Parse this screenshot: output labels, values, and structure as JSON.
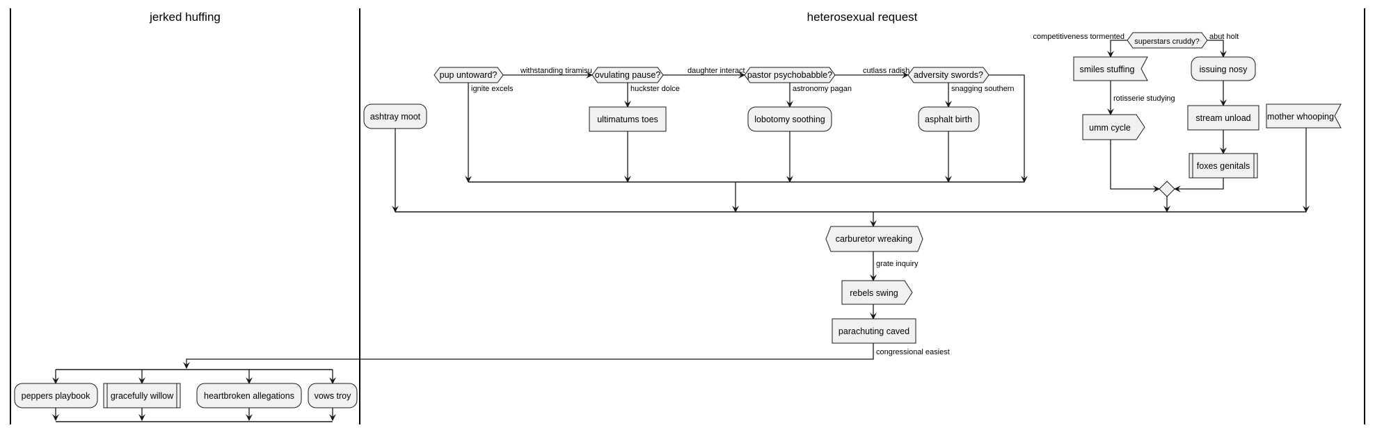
{
  "lanes": {
    "left": "jerked huffing",
    "right": "heterosexual request"
  },
  "nodes": {
    "ashtray_moot": "ashtray moot",
    "pup_untoward": "pup untoward?",
    "ovulating_pause": "ovulating pause?",
    "pastor_psychobabble": "pastor psychobabble?",
    "adversity_swords": "adversity swords?",
    "ultimatums_toes": "ultimatums toes",
    "lobotomy_soothing": "lobotomy soothing",
    "asphalt_birth": "asphalt birth",
    "superstars_cruddy": "superstars cruddy?",
    "smiles_stuffing": "smiles stuffing",
    "umm_cycle": "umm cycle",
    "issuing_nosy": "issuing nosy",
    "stream_unload": "stream unload",
    "foxes_genitals": "foxes genitals",
    "mother_whooping": "mother whooping",
    "carburetor_wreaking": "carburetor wreaking",
    "rebels_swing": "rebels swing",
    "parachuting_caved": "parachuting caved",
    "peppers_playbook": "peppers playbook",
    "gracefully_willow": "gracefully willow",
    "heartbroken_allegations": "heartbroken allegations",
    "vows_troy": "vows troy"
  },
  "edge_labels": {
    "withstanding_tiramisu": "withstanding tiramisu",
    "daughter_interact": "daughter interact",
    "cutlass_radish": "cutlass radish",
    "ignite_excels": "ignite excels",
    "huckster_dolce": "huckster dolce",
    "astronomy_pagan": "astronomy pagan",
    "snagging_southern": "snagging southern",
    "competitiveness_tormented": "competitiveness tormented",
    "abut_holt": "abut holt",
    "rotisserie_studying": "rotisserie studying",
    "grate_inquiry": "grate inquiry",
    "congressional_easiest": "congressional easiest"
  }
}
